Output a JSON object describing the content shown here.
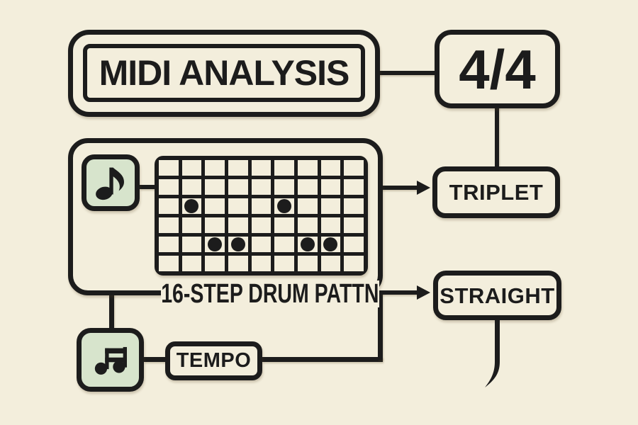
{
  "palette": {
    "background": "#f3eedc",
    "ink": "#1c1c1c",
    "note_box_fill": "#d7e4cc"
  },
  "header": {
    "title": "MIDI ANALYSIS",
    "time_signature": "4/4"
  },
  "pattern_panel": {
    "caption": "16-STEP DRUM PATTN",
    "note_icon": "eighth-note-icon",
    "grid": {
      "columns": 9,
      "rows": 6,
      "active_steps": [
        [
          3,
          2
        ],
        [
          3,
          6
        ],
        [
          5,
          3
        ],
        [
          5,
          4
        ],
        [
          5,
          7
        ],
        [
          5,
          8
        ]
      ]
    }
  },
  "outputs": {
    "triplet": "TRIPLET",
    "straight": "STRAIGHT"
  },
  "tempo": {
    "label": "TEMPO",
    "note_icon": "beamed-notes-icon"
  }
}
